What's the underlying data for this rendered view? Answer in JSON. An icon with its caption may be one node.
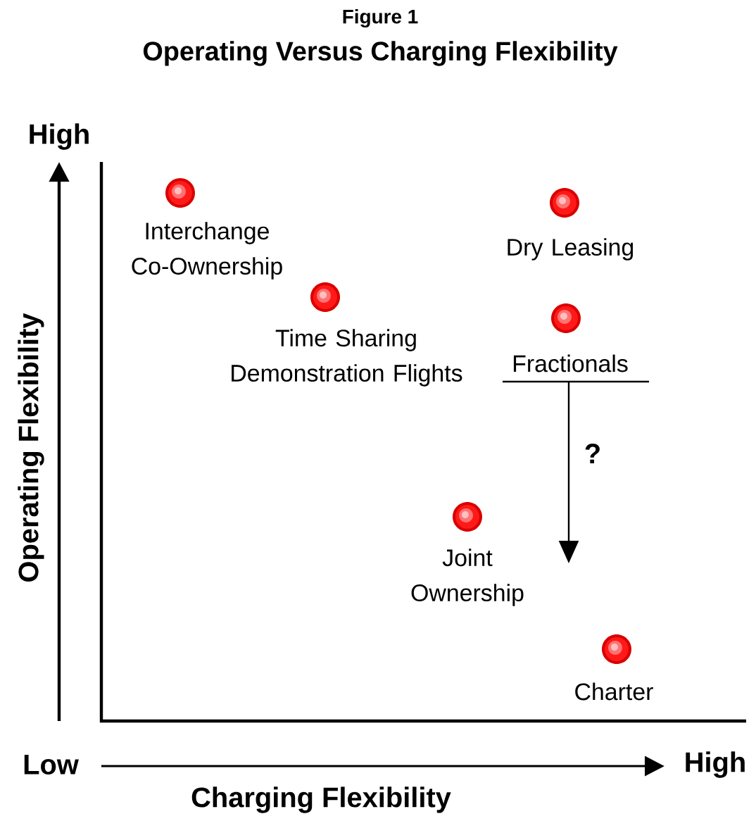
{
  "diagram": {
    "title": "Operating Versus Charging Flexibility",
    "nodes": [
      {
        "text": [
          "Interchange Co-Ownership"
        ]
      },
      {
        "text": [
          "Dry Leasing"
        ]
      },
      {
        "text": [
          "Time Sharing Demonstration Flights"
        ]
      },
      {
        "text": [
          "Fractionals"
        ]
      },
      {
        "text": [
          "Joint Ownership"
        ]
      },
      {
        "text": [
          "Charter"
        ]
      }
    ],
    "labels": [
      "Figure 1",
      "High",
      "Operating Flexibility",
      "?",
      "Low",
      "High",
      "Charging Flexibility"
    ]
  }
}
